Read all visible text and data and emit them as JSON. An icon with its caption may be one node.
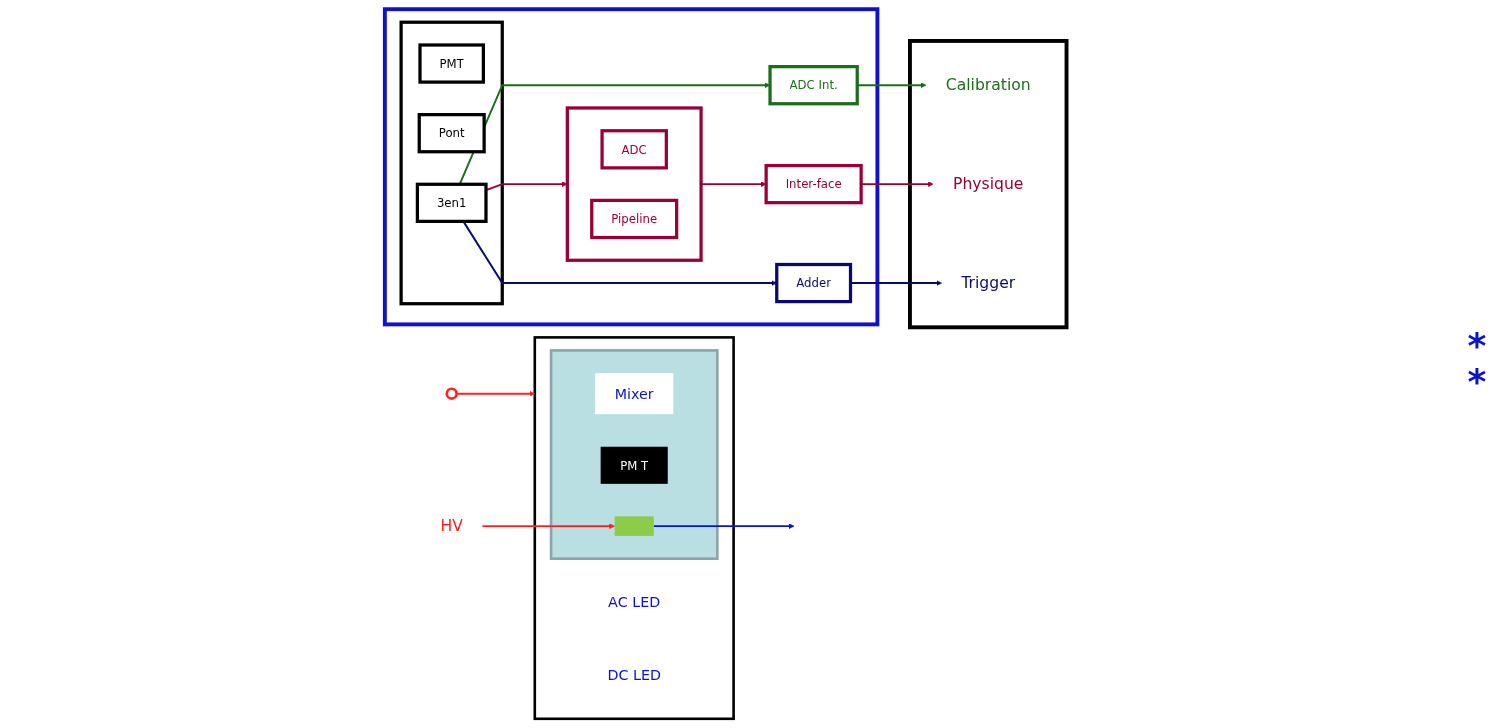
{
  "diagram": {
    "nodes": [
      {
        "text": [],
        "shape": "box"
      },
      {
        "text": [],
        "shape": "box",
        "in": 0
      },
      {
        "text": [
          "PMT"
        ],
        "in": 1
      },
      {
        "text": [
          "Pont"
        ],
        "in": 1
      },
      {
        "text": [
          "3en1"
        ],
        "in": 1
      },
      {
        "text": [
          "ADC Int."
        ],
        "in": 0
      },
      {
        "text": [],
        "shape": "box",
        "in": 0
      },
      {
        "text": [
          "ADC"
        ],
        "in": 6
      },
      {
        "text": [
          "Pipeline"
        ],
        "in": 6
      },
      {
        "text": [
          "Inter-face"
        ],
        "in": 0
      },
      {
        "text": [
          "Adder"
        ],
        "in": 0
      },
      {
        "text": [],
        "shape": "box"
      },
      {
        "text": [
          "Calibration"
        ],
        "in": 11
      },
      {
        "text": [
          "Physique"
        ],
        "in": 11
      },
      {
        "text": [
          "Trigger"
        ],
        "in": 11
      },
      {
        "text": [],
        "shape": "circle"
      },
      {
        "text": [],
        "shape": "box"
      },
      {
        "text": [],
        "shape": "box",
        "in": 16
      },
      {
        "text": [
          "Mixer"
        ],
        "in": 17
      },
      {
        "text": [
          "PM T"
        ],
        "in": 17
      },
      {
        "text": [],
        "shape": "bar",
        "in": 17
      },
      {
        "text": [
          "HV"
        ]
      },
      {
        "text": [
          "AC LED"
        ],
        "in": 16
      },
      {
        "text": [
          "DC LED"
        ],
        "in": 16
      }
    ],
    "edges": [
      {
        "from": 4,
        "to": 5,
        "arrow": "to",
        "color": "#1a6e1a"
      },
      {
        "from": 4,
        "to": 6,
        "arrow": "to",
        "color": "#9a0038"
      },
      {
        "from": 4,
        "to": 10,
        "arrow": "to",
        "color": "#0a0a6e"
      },
      {
        "from": 6,
        "to": 9,
        "arrow": "to",
        "color": "#9a0038"
      },
      {
        "from": 5,
        "to": 12,
        "arrow": "to",
        "color": "#1a6e1a"
      },
      {
        "from": 9,
        "to": 13,
        "arrow": "to",
        "color": "#9a0038"
      },
      {
        "from": 10,
        "to": 14,
        "arrow": "to",
        "color": "#0a0a6e"
      },
      {
        "from": 15,
        "to": 16,
        "arrow": "to",
        "color": "#ff2020"
      },
      {
        "from": 21,
        "to": 20,
        "arrow": "to",
        "color": "#ff2020"
      },
      {
        "from": 20,
        "to": null,
        "arrow": "to",
        "color": "#0a14c8"
      }
    ],
    "labels": [
      "*",
      "*"
    ]
  }
}
